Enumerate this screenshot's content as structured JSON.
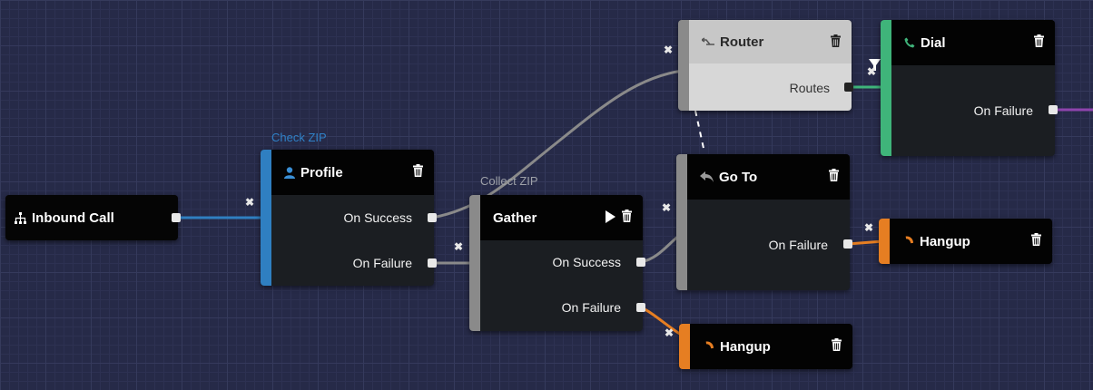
{
  "colors": {
    "canvas": "#262a48",
    "edge_gray": "#8a8a8a",
    "edge_blue": "#2f7fc1",
    "edge_green": "#3fb47a",
    "edge_orange": "#e67e22",
    "edge_purple": "#8e44ad",
    "profile_accent": "#2f7fc1",
    "gather_accent": "#8a8a8a",
    "dial_accent": "#3fb47a",
    "hangup_accent": "#e67e22"
  },
  "nodes": {
    "inbound": {
      "title": "Inbound Call",
      "icon": "sitemap-icon"
    },
    "profile": {
      "caption": "Check ZIP",
      "title": "Profile",
      "icon": "user-icon",
      "ports": [
        "On Success",
        "On Failure"
      ]
    },
    "gather": {
      "caption": "Collect ZIP",
      "title": "Gather",
      "icon": "play-icon",
      "ports": [
        "On Success",
        "On Failure"
      ]
    },
    "router": {
      "title": "Router",
      "icon": "route-icon",
      "ports": [
        "Routes"
      ]
    },
    "goto": {
      "title": "Go To",
      "icon": "reply-icon",
      "ports": [
        "On Failure"
      ]
    },
    "dial": {
      "title": "Dial",
      "icon": "phone-icon",
      "ports": [
        "On Failure"
      ]
    },
    "hangup1": {
      "title": "Hangup",
      "icon": "hangup-icon"
    },
    "hangup2": {
      "title": "Hangup",
      "icon": "hangup-icon"
    }
  }
}
